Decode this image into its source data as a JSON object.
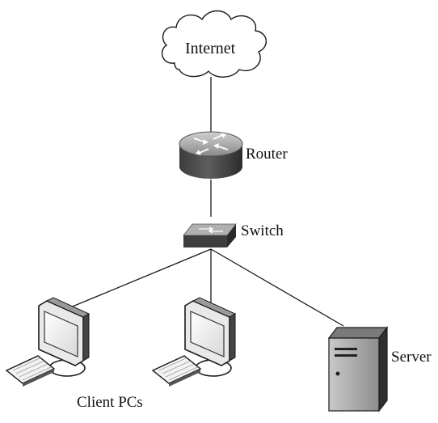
{
  "labels": {
    "internet": "Internet",
    "router": "Router",
    "switch": "Switch",
    "server": "Server",
    "clients": "Client PCs"
  },
  "colors": {
    "line": "#1a1a1a",
    "device_dark": "#3a3a3a",
    "device_mid": "#777777",
    "device_light": "#dcdcdc",
    "background": "#ffffff"
  },
  "icons": [
    "cloud-icon",
    "router-icon",
    "switch-icon",
    "desktop-pc-icon",
    "server-icon"
  ]
}
